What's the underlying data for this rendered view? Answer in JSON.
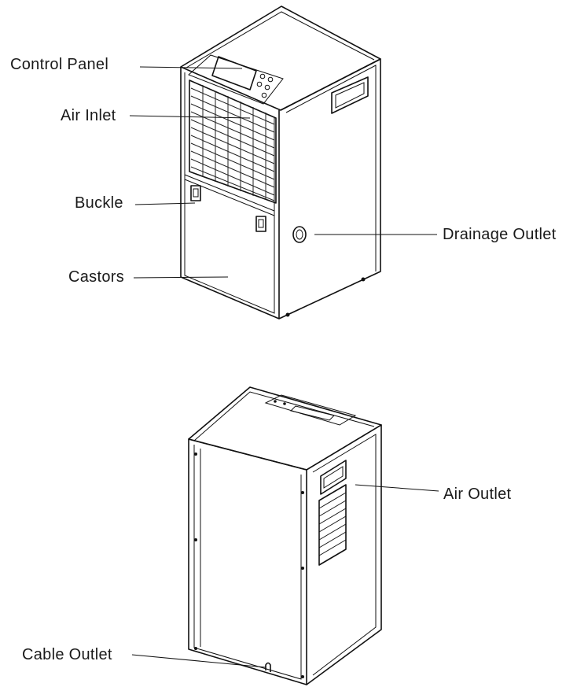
{
  "labels": {
    "control_panel": "Control Panel",
    "air_inlet": "Air Inlet",
    "buckle": "Buckle",
    "castors": "Castors",
    "drainage_outlet": "Drainage Outlet",
    "air_outlet": "Air Outlet",
    "cable_outlet": "Cable Outlet"
  }
}
